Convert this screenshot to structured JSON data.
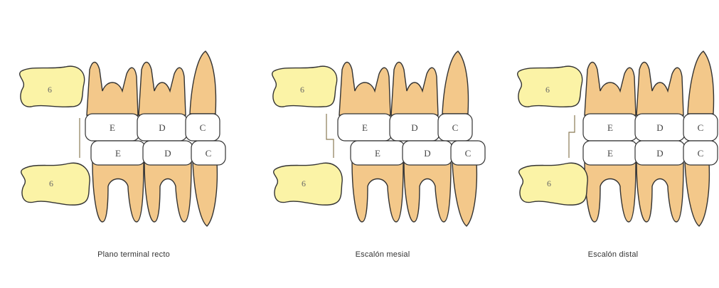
{
  "panels": [
    {
      "caption": "Plano terminal recto",
      "upper_crowns": [
        "E",
        "D",
        "C"
      ],
      "lower_crowns": [
        "E",
        "D",
        "C"
      ],
      "molar_upper": "6",
      "molar_lower": "6"
    },
    {
      "caption": "Escalón mesial",
      "upper_crowns": [
        "E",
        "D",
        "C"
      ],
      "lower_crowns": [
        "E",
        "D",
        "C"
      ],
      "molar_upper": "6",
      "molar_lower": "6"
    },
    {
      "caption": "Escalón distal",
      "upper_crowns": [
        "E",
        "D",
        "C"
      ],
      "lower_crowns": [
        "E",
        "D",
        "C"
      ],
      "molar_upper": "6",
      "molar_lower": "6"
    }
  ],
  "colors": {
    "root": "#f3c88a",
    "crown": "#ffffff",
    "molar": "#fbf3a6",
    "outline": "#333333"
  }
}
